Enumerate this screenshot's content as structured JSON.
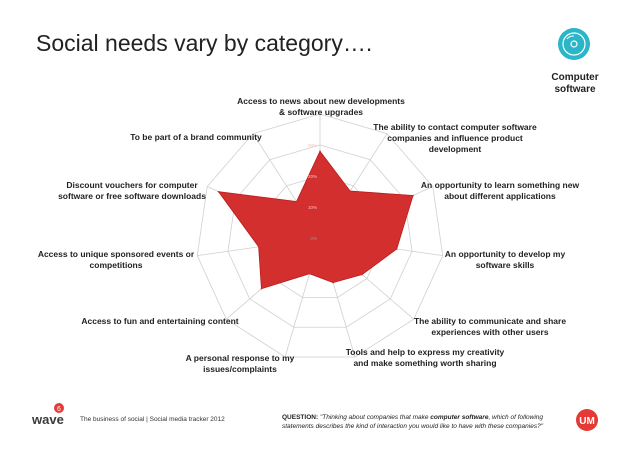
{
  "header": {
    "title": "Social needs vary by category….",
    "category_label": "Computer software",
    "category_icon": "cd-disc-icon"
  },
  "colors": {
    "fill": "#d32f2f",
    "grid": "#d0d0d0",
    "badge": "#2ab6c8",
    "logo_um": "#e53935"
  },
  "chart_data": {
    "type": "radar",
    "title": "",
    "categories": [
      "Access to news about new developments & software upgrades",
      "The ability to contact computer software companies and influence product development",
      "An opportunity to learn something new about different applications",
      "An opportunity to develop my software skills",
      "The ability to communicate and share experiences with other users",
      "Tools and help to express my creativity and make something worth sharing",
      "A personal response to my issues/complaints",
      "Access to fun and entertaining content",
      "Access to unique sponsored events or competitions",
      "Discount vouchers for computer software or free software downloads",
      "To be part of a brand community"
    ],
    "values": [
      28,
      18,
      33,
      25,
      18,
      15,
      12,
      25,
      20,
      36,
      14
    ],
    "rlim": [
      0,
      40
    ],
    "rings": [
      0,
      10,
      20,
      30,
      40
    ],
    "tick_labels": [
      "0%",
      "10%",
      "20%",
      "30%"
    ],
    "grid": true,
    "legend": "none"
  },
  "footer": {
    "source": "The business of social | Social media tracker 2012",
    "question_label": "QUESTION:",
    "question_pre": "\"Thinking about companies that make ",
    "question_bold": "computer software",
    "question_post": ", which of following statements describes the kind of interaction you would like to have with these companies?\"",
    "logo_left_text": "wave",
    "logo_left_badge": "6",
    "logo_right_text": "UM"
  }
}
